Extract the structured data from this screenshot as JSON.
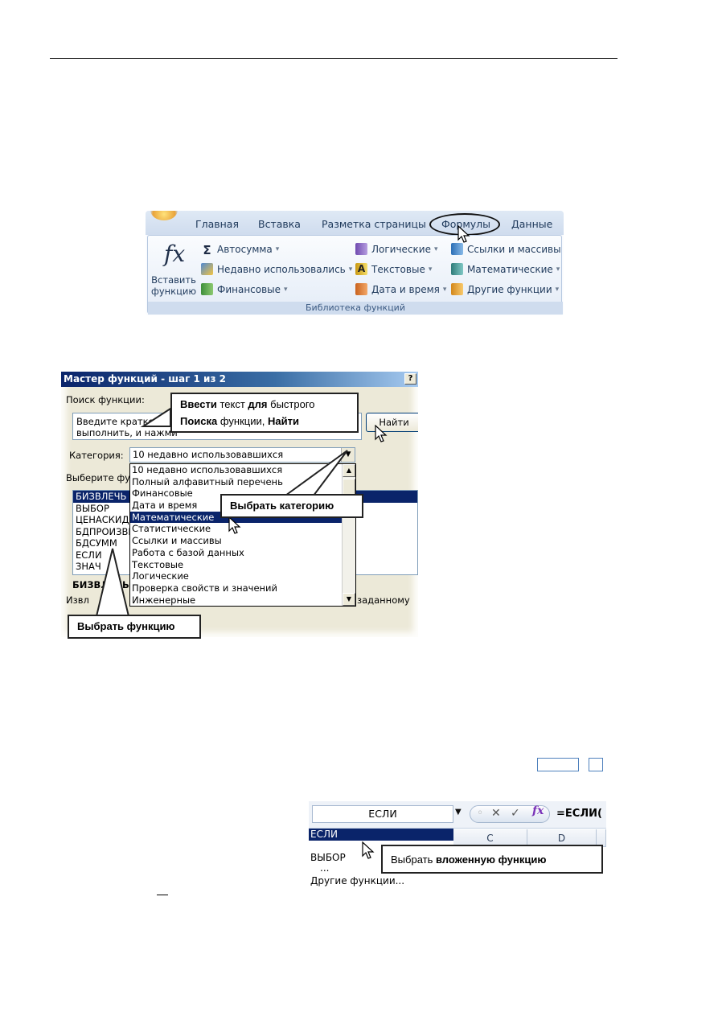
{
  "ribbon": {
    "tabs": [
      "Главная",
      "Вставка",
      "Разметка страницы",
      "Формулы",
      "Данные"
    ],
    "insert_function_symbol": "fx",
    "insert_function_label": [
      "Вставить",
      "функцию"
    ],
    "buttons": {
      "autosum": "Автосумма",
      "recent": "Недавно использовались",
      "financial": "Финансовые",
      "logical": "Логические",
      "text": "Текстовые",
      "datetime": "Дата и время",
      "lookup": "Ссылки и массивы",
      "math": "Математические",
      "more": "Другие функции"
    },
    "group_label": "Библиотека функций"
  },
  "dialog": {
    "title": "Мастер функций - шаг 1 из 2",
    "help": "?",
    "search_label": "Поиск функции:",
    "search_text": [
      "Введите кратко",
      "выполнить, и нажми"
    ],
    "find_button": "Найти",
    "category_label": "Категория:",
    "category_value": "10 недавно использовавшихся",
    "choose_label": "Выберите фу",
    "categories": [
      "10 недавно использовавшихся",
      "Полный алфавитный перечень",
      "Финансовые",
      "Дата и время",
      "Математические",
      "Статистические",
      "Ссылки и массивы",
      "Работа с базой данных",
      "Текстовые",
      "Логические",
      "Проверка свойств и значений",
      "Инженерные"
    ],
    "selected_category_index": 4,
    "functions": [
      "БИЗВЛЕЧЬ",
      "ВЫБОР",
      "ЦЕНАСКИД",
      "БДПРОИЗВЕ",
      "БДСУММ",
      "ЕСЛИ",
      "ЗНАЧ"
    ],
    "selected_function_index": 0,
    "desc_name": "БИЗВЛЕЧЬ",
    "desc_text_left": "Извл",
    "desc_text_right": "заданному"
  },
  "callouts": {
    "search": {
      "line1_bold_1": "Ввести",
      "line1_a": " текст ",
      "line1_bold_2": "для",
      "line1_b": " быстрого",
      "line2_bold": "Поиска",
      "line2_a": " функции, ",
      "line2_bold_2": "Найти"
    },
    "category": "Выбрать категорию",
    "function": "Выбрать функцию",
    "nested": {
      "plain": "Выбрать ",
      "bold": "вложенную функцию"
    }
  },
  "formula_bar": {
    "name_box": "ЕСЛИ",
    "cancel": "✕",
    "enter": "✓",
    "fx": "fx",
    "formula": "=ЕСЛИ(",
    "columns": [
      "C",
      "D"
    ],
    "list": [
      "ЕСЛИ",
      "ВЫБОР",
      "...",
      "Другие функции..."
    ]
  }
}
